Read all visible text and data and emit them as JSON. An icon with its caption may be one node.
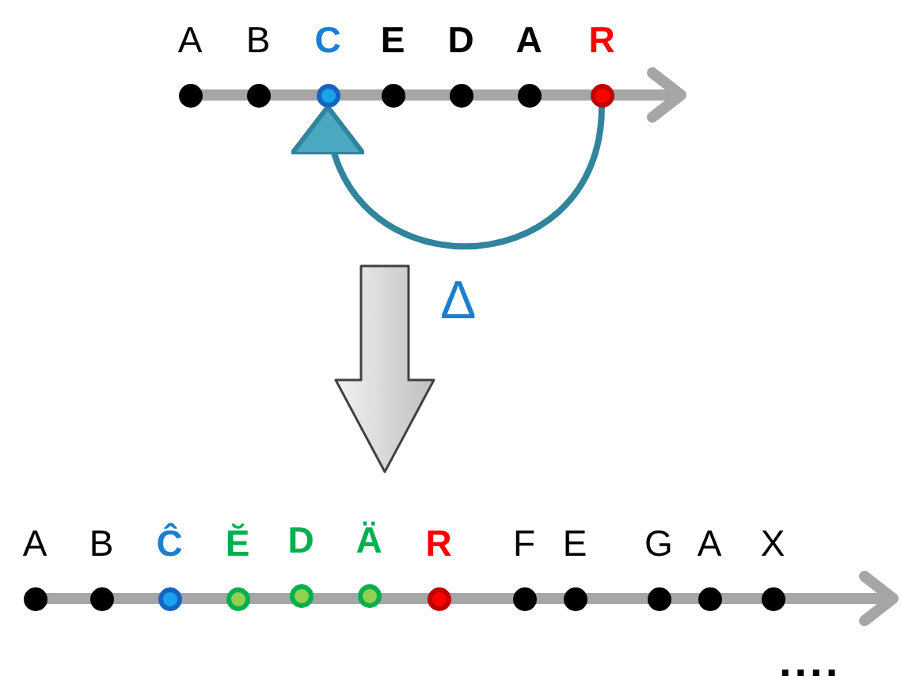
{
  "diagram": {
    "nodes": [
      {
        "text": [
          "A"
        ]
      },
      {
        "text": [
          "B"
        ]
      },
      {
        "text": [
          "C"
        ]
      },
      {
        "text": [
          "E"
        ]
      },
      {
        "text": [
          "D"
        ]
      },
      {
        "text": [
          "A"
        ]
      },
      {
        "text": [
          "R"
        ]
      },
      {
        "text": [
          "A"
        ]
      },
      {
        "text": [
          "B"
        ]
      },
      {
        "text": [
          "Ĉ"
        ]
      },
      {
        "text": [
          "Ĕ"
        ]
      },
      {
        "text": [
          "D"
        ]
      },
      {
        "text": [
          "Ä"
        ]
      },
      {
        "text": [
          "R"
        ]
      },
      {
        "text": [
          "F"
        ]
      },
      {
        "text": [
          "E"
        ]
      },
      {
        "text": [
          "G"
        ]
      },
      {
        "text": [
          "A"
        ]
      },
      {
        "text": [
          "X"
        ]
      }
    ],
    "edges": [
      {
        "from": 6,
        "to": 2,
        "arrow": "to",
        "label": "Δ"
      }
    ],
    "labels": [
      "...."
    ]
  }
}
